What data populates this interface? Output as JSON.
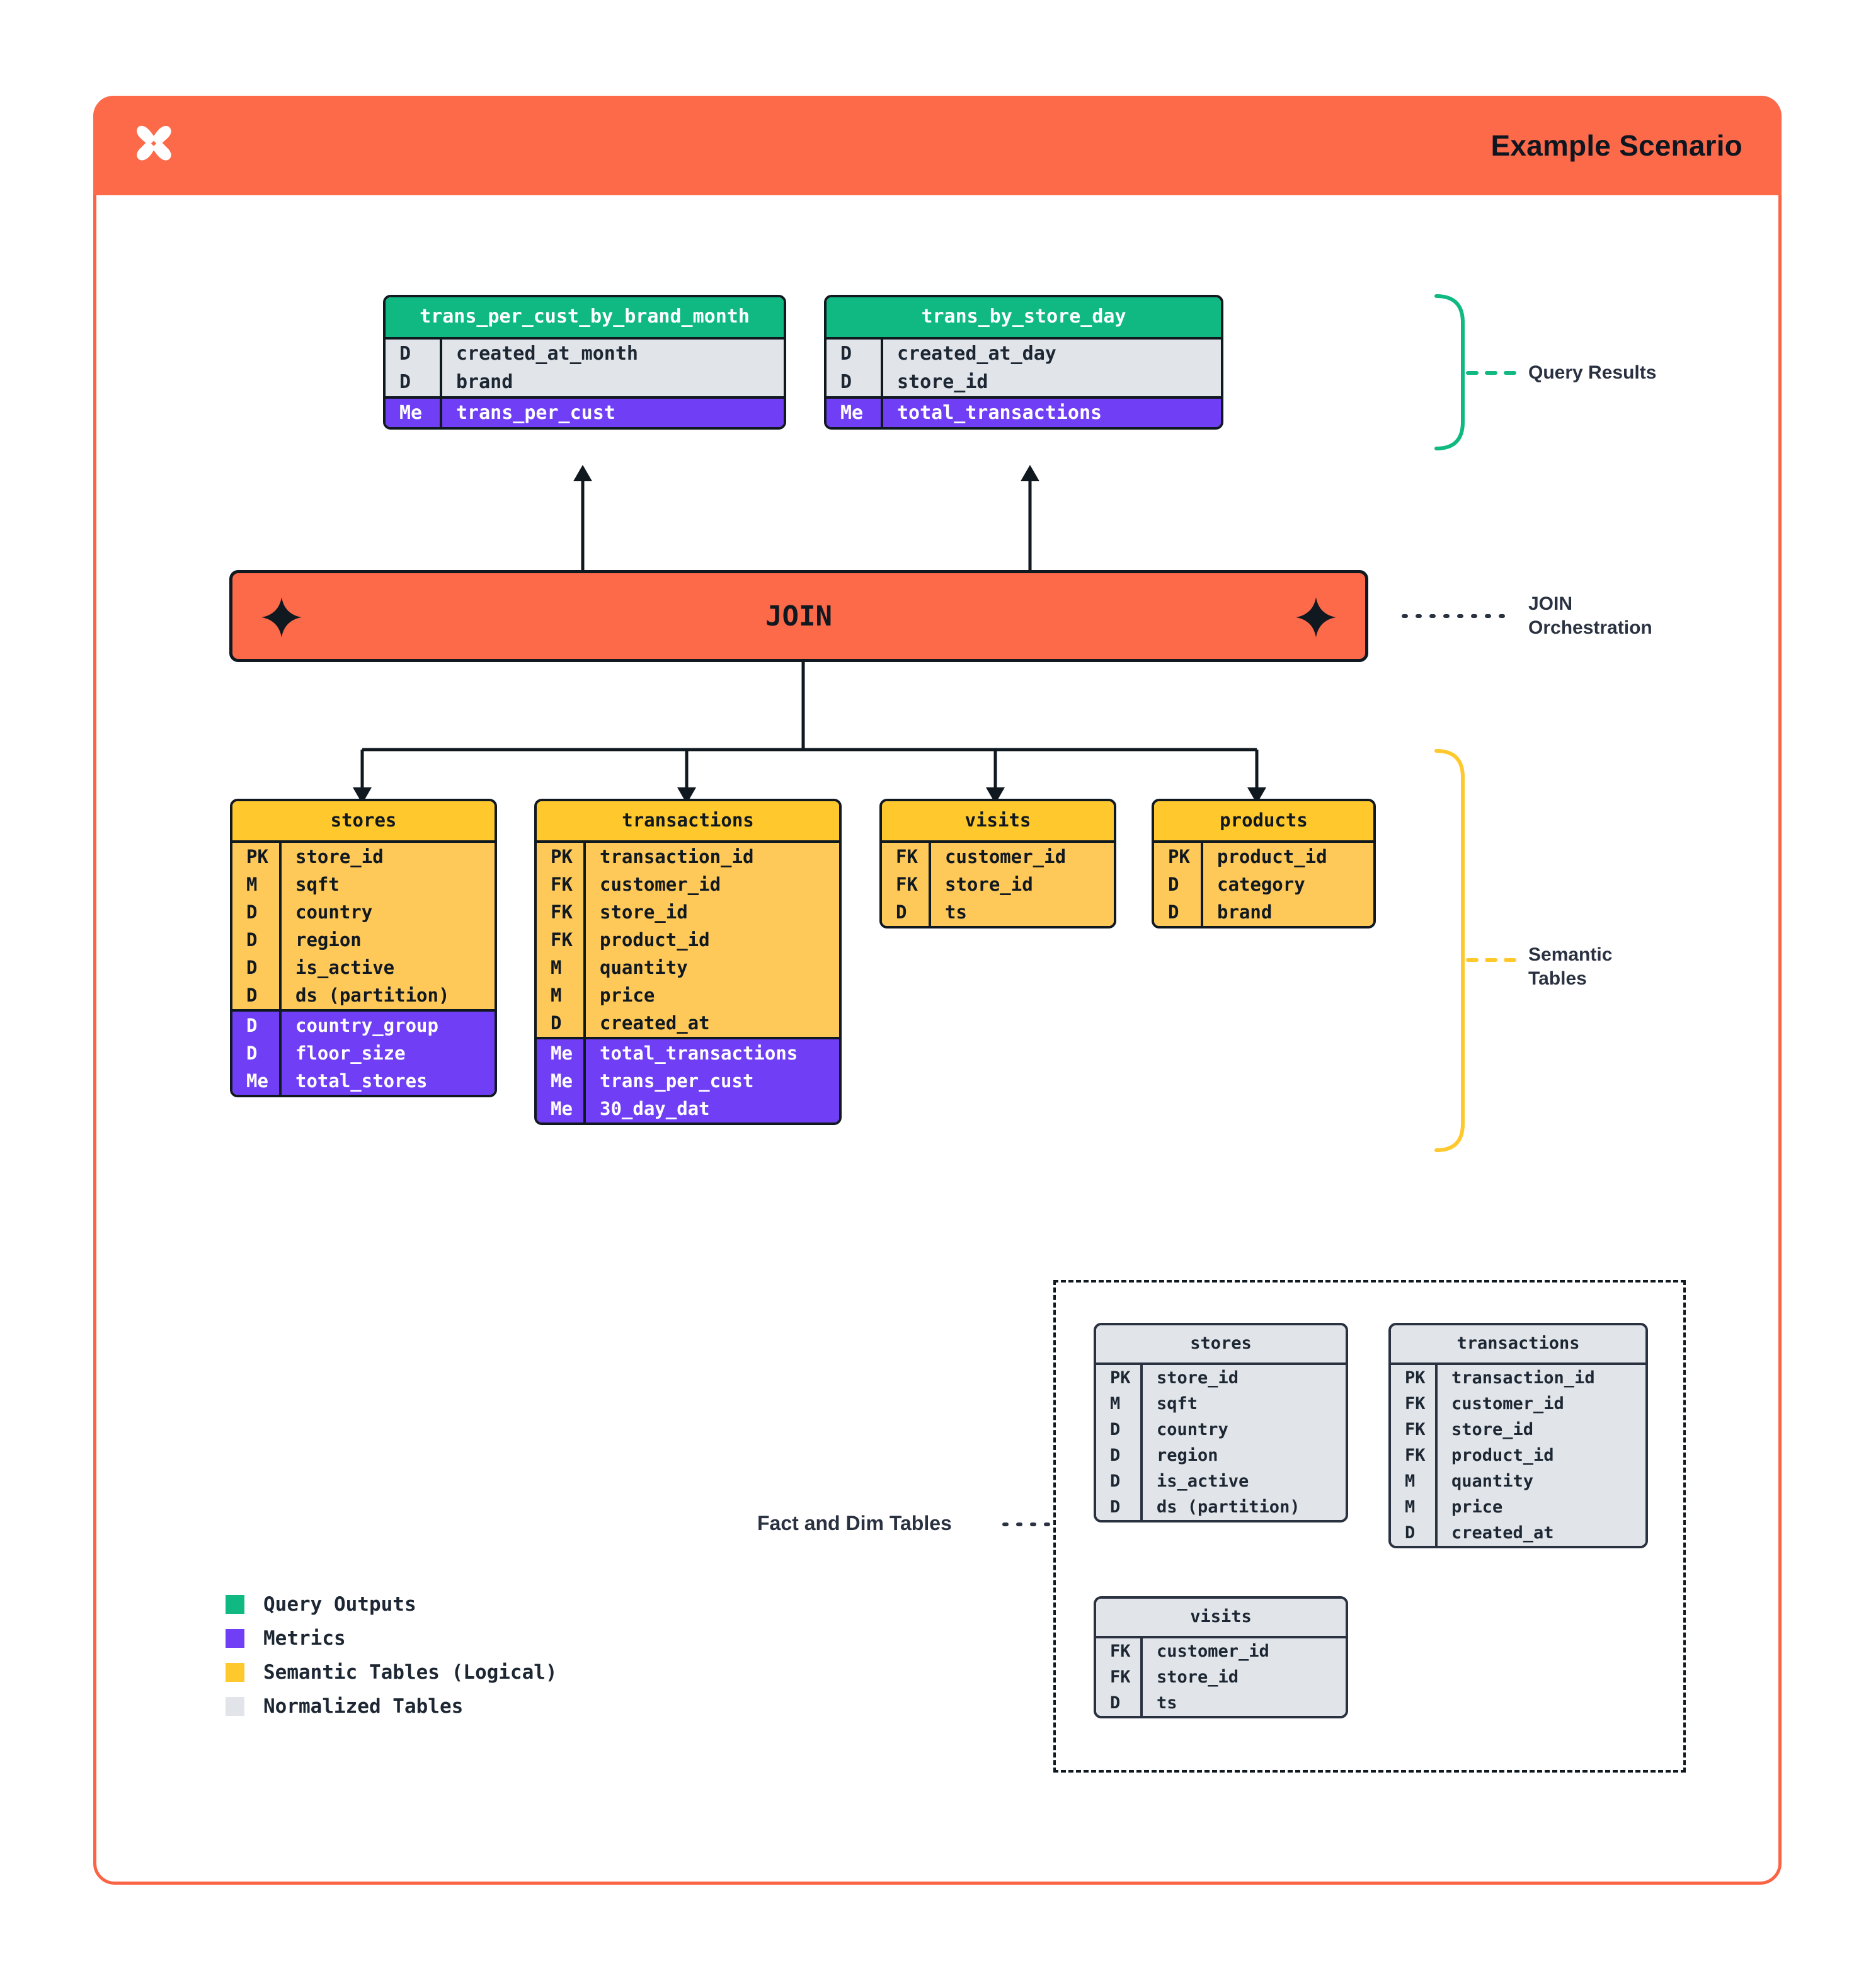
{
  "header": {
    "title": "Example Scenario",
    "logo_name": "x-brand-logo",
    "bg_color": "#FC6A4A"
  },
  "colors": {
    "query_outputs": "#10B981",
    "metrics": "#6F3EF5",
    "semantic_tables": "#FFC82C",
    "normalized_tables": "#E1E5E9",
    "join_orange": "#FC6A4A",
    "ink": "#101820"
  },
  "query_results": [
    {
      "name": "trans_per_cust_by_brand_month",
      "fields": [
        {
          "key": "D",
          "col": "created_at_month",
          "kind": "dim"
        },
        {
          "key": "D",
          "col": "brand",
          "kind": "dim"
        }
      ],
      "metrics": [
        {
          "key": "Me",
          "col": "trans_per_cust",
          "kind": "metric"
        }
      ]
    },
    {
      "name": "trans_by_store_day",
      "fields": [
        {
          "key": "D",
          "col": "created_at_day",
          "kind": "dim"
        },
        {
          "key": "D",
          "col": "store_id",
          "kind": "dim"
        }
      ],
      "metrics": [
        {
          "key": "Me",
          "col": "total_transactions",
          "kind": "metric"
        }
      ]
    }
  ],
  "join": {
    "label": "JOIN",
    "left_icon": "sparkle-icon",
    "right_icon": "sparkle-icon"
  },
  "semantic_tables": [
    {
      "name": "stores",
      "fields": [
        {
          "key": "PK",
          "col": "store_id"
        },
        {
          "key": "M",
          "col": "sqft"
        },
        {
          "key": "D",
          "col": "country"
        },
        {
          "key": "D",
          "col": "region"
        },
        {
          "key": "D",
          "col": "is_active"
        },
        {
          "key": "D",
          "col": "ds (partition)"
        }
      ],
      "metrics": [
        {
          "key": "D",
          "col": "country_group"
        },
        {
          "key": "D",
          "col": "floor_size"
        },
        {
          "key": "Me",
          "col": "total_stores"
        }
      ]
    },
    {
      "name": "transactions",
      "fields": [
        {
          "key": "PK",
          "col": "transaction_id"
        },
        {
          "key": "FK",
          "col": "customer_id"
        },
        {
          "key": "FK",
          "col": "store_id"
        },
        {
          "key": "FK",
          "col": "product_id"
        },
        {
          "key": "M",
          "col": "quantity"
        },
        {
          "key": "M",
          "col": "price"
        },
        {
          "key": "D",
          "col": "created_at"
        }
      ],
      "metrics": [
        {
          "key": "Me",
          "col": "total_transactions"
        },
        {
          "key": "Me",
          "col": "trans_per_cust"
        },
        {
          "key": "Me",
          "col": "30_day_dat"
        }
      ]
    },
    {
      "name": "visits",
      "fields": [
        {
          "key": "FK",
          "col": "customer_id"
        },
        {
          "key": "FK",
          "col": "store_id"
        },
        {
          "key": "D",
          "col": "ts"
        }
      ],
      "metrics": []
    },
    {
      "name": "products",
      "fields": [
        {
          "key": "PK",
          "col": "product_id"
        },
        {
          "key": "D",
          "col": "category"
        },
        {
          "key": "D",
          "col": "brand"
        }
      ],
      "metrics": []
    }
  ],
  "fact_dim_tables": [
    {
      "name": "stores",
      "fields": [
        {
          "key": "PK",
          "col": "store_id"
        },
        {
          "key": "M",
          "col": "sqft"
        },
        {
          "key": "D",
          "col": "country"
        },
        {
          "key": "D",
          "col": "region"
        },
        {
          "key": "D",
          "col": "is_active"
        },
        {
          "key": "D",
          "col": "ds (partition)"
        }
      ]
    },
    {
      "name": "transactions",
      "fields": [
        {
          "key": "PK",
          "col": "transaction_id"
        },
        {
          "key": "FK",
          "col": "customer_id"
        },
        {
          "key": "FK",
          "col": "store_id"
        },
        {
          "key": "FK",
          "col": "product_id"
        },
        {
          "key": "M",
          "col": "quantity"
        },
        {
          "key": "M",
          "col": "price"
        },
        {
          "key": "D",
          "col": "created_at"
        }
      ]
    },
    {
      "name": "visits",
      "fields": [
        {
          "key": "FK",
          "col": "customer_id"
        },
        {
          "key": "FK",
          "col": "store_id"
        },
        {
          "key": "D",
          "col": "ts"
        }
      ]
    }
  ],
  "annotations": {
    "query_results": "Query Results",
    "join_orchestration": "JOIN\nOrchestration",
    "semantic_tables": "Semantic\nTables",
    "fact_and_dim": "Fact and Dim Tables"
  },
  "legend": [
    {
      "label": "Query Outputs",
      "color": "#10B981"
    },
    {
      "label": "Metrics",
      "color": "#6F3EF5"
    },
    {
      "label": "Semantic Tables (Logical)",
      "color": "#FFC82C"
    },
    {
      "label": "Normalized Tables",
      "color": "#E1E5E9"
    }
  ]
}
